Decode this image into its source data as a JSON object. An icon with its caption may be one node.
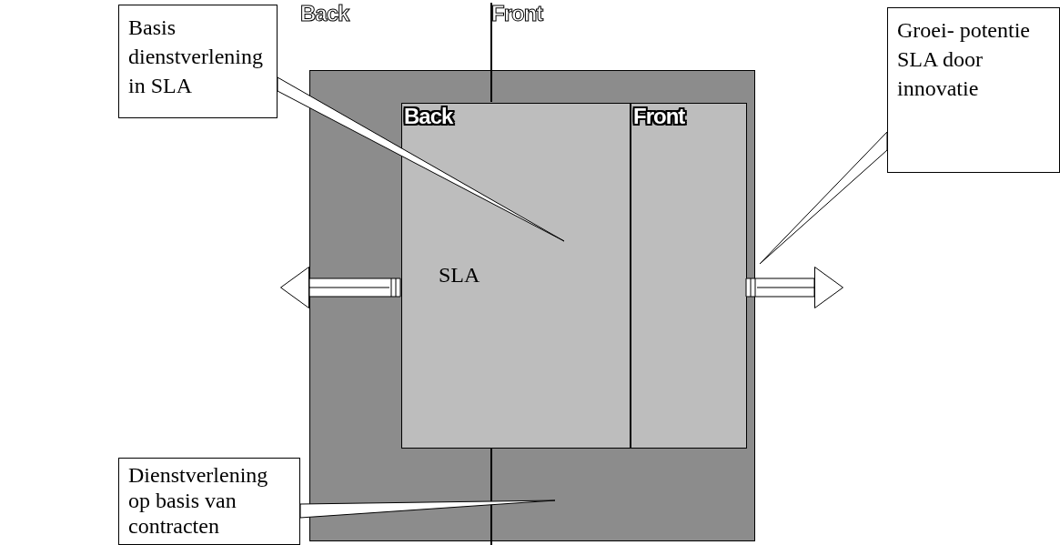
{
  "diagram": {
    "nodes": [
      {
        "text": [],
        "shape": "box"
      },
      {
        "text": [
          "Back",
          "SLA"
        ],
        "in": 0
      },
      {
        "text": [
          "Front"
        ],
        "in": 0
      },
      {
        "text": [
          "Basis dienstverlening in SLA"
        ]
      },
      {
        "text": [
          "Groei- potentie SLA door innovatie"
        ]
      },
      {
        "text": [
          "Dienstverlening op basis van contracten"
        ]
      }
    ],
    "edges": [
      {
        "from": 3,
        "to": 1,
        "arrow": "none"
      },
      {
        "from": 4,
        "to": 0,
        "arrow": "none"
      },
      {
        "from": 5,
        "to": 0,
        "arrow": "none"
      },
      {
        "from": 1,
        "to": null,
        "arrow": "to"
      },
      {
        "from": 2,
        "to": null,
        "arrow": "to"
      }
    ],
    "labels": [
      "Back",
      "Front"
    ]
  }
}
